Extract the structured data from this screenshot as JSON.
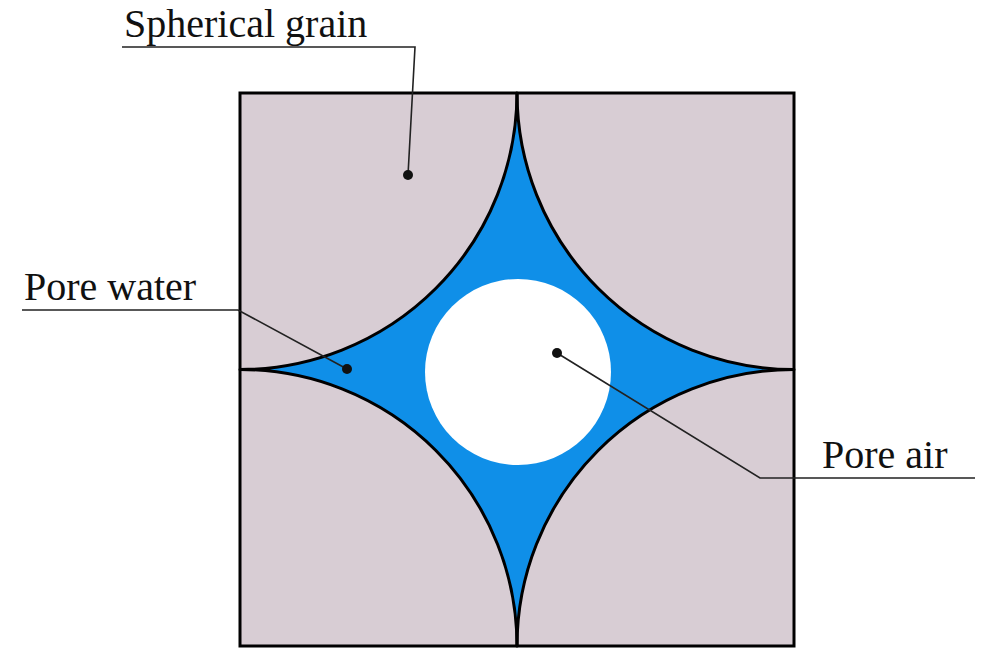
{
  "diagram": {
    "labels": [
      "Spherical grain",
      "Pore water",
      "Pore air"
    ]
  }
}
